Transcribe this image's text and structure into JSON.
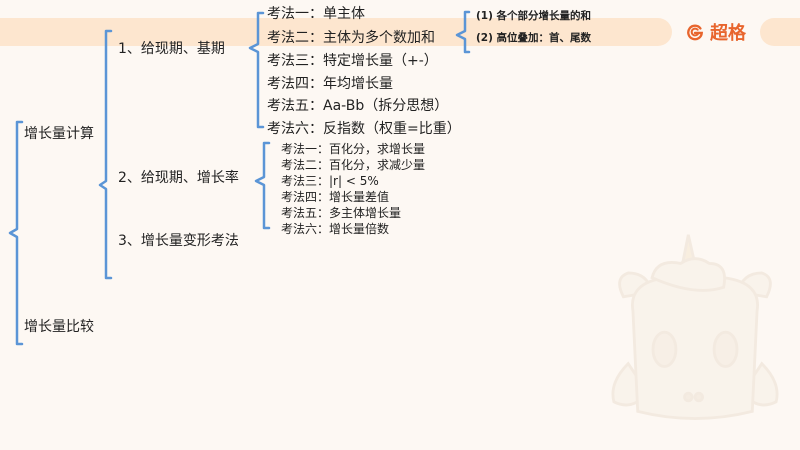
{
  "brand": {
    "name": "超格",
    "icon": "g-logo-icon",
    "accent_color": "#e8652d",
    "band_color": "#fde6cf",
    "bracket_color": "#5b95d6"
  },
  "mindmap": {
    "root_items": [
      {
        "label": "增长量计算",
        "children": [
          {
            "label": "1、给现期、基期",
            "methods": [
              {
                "label": "考法一：单主体"
              },
              {
                "label": "考法二：主体为多个数加和",
                "sub": [
                  "(1) 各个部分增长量的和",
                  "(2) 高位叠加：首、尾数"
                ]
              },
              {
                "label": "考法三：特定增长量（+-）"
              },
              {
                "label": "考法四：年均增长量"
              },
              {
                "label": "考法五：Aa-Bb（拆分思想）"
              },
              {
                "label": "考法六：反指数（权重=比重）"
              }
            ]
          },
          {
            "label": "2、给现期、增长率",
            "methods": [
              {
                "label": "考法一：百化分，求增长量"
              },
              {
                "label": "考法二：百化分，求减少量"
              },
              {
                "label": "考法三：|r| < 5%"
              },
              {
                "label": "考法四：增长量差值"
              },
              {
                "label": "考法五：多主体增长量"
              },
              {
                "label": "考法六：增长量倍数"
              }
            ]
          },
          {
            "label": "3、增长量变形考法"
          }
        ]
      },
      {
        "label": "增长量比较"
      }
    ]
  }
}
